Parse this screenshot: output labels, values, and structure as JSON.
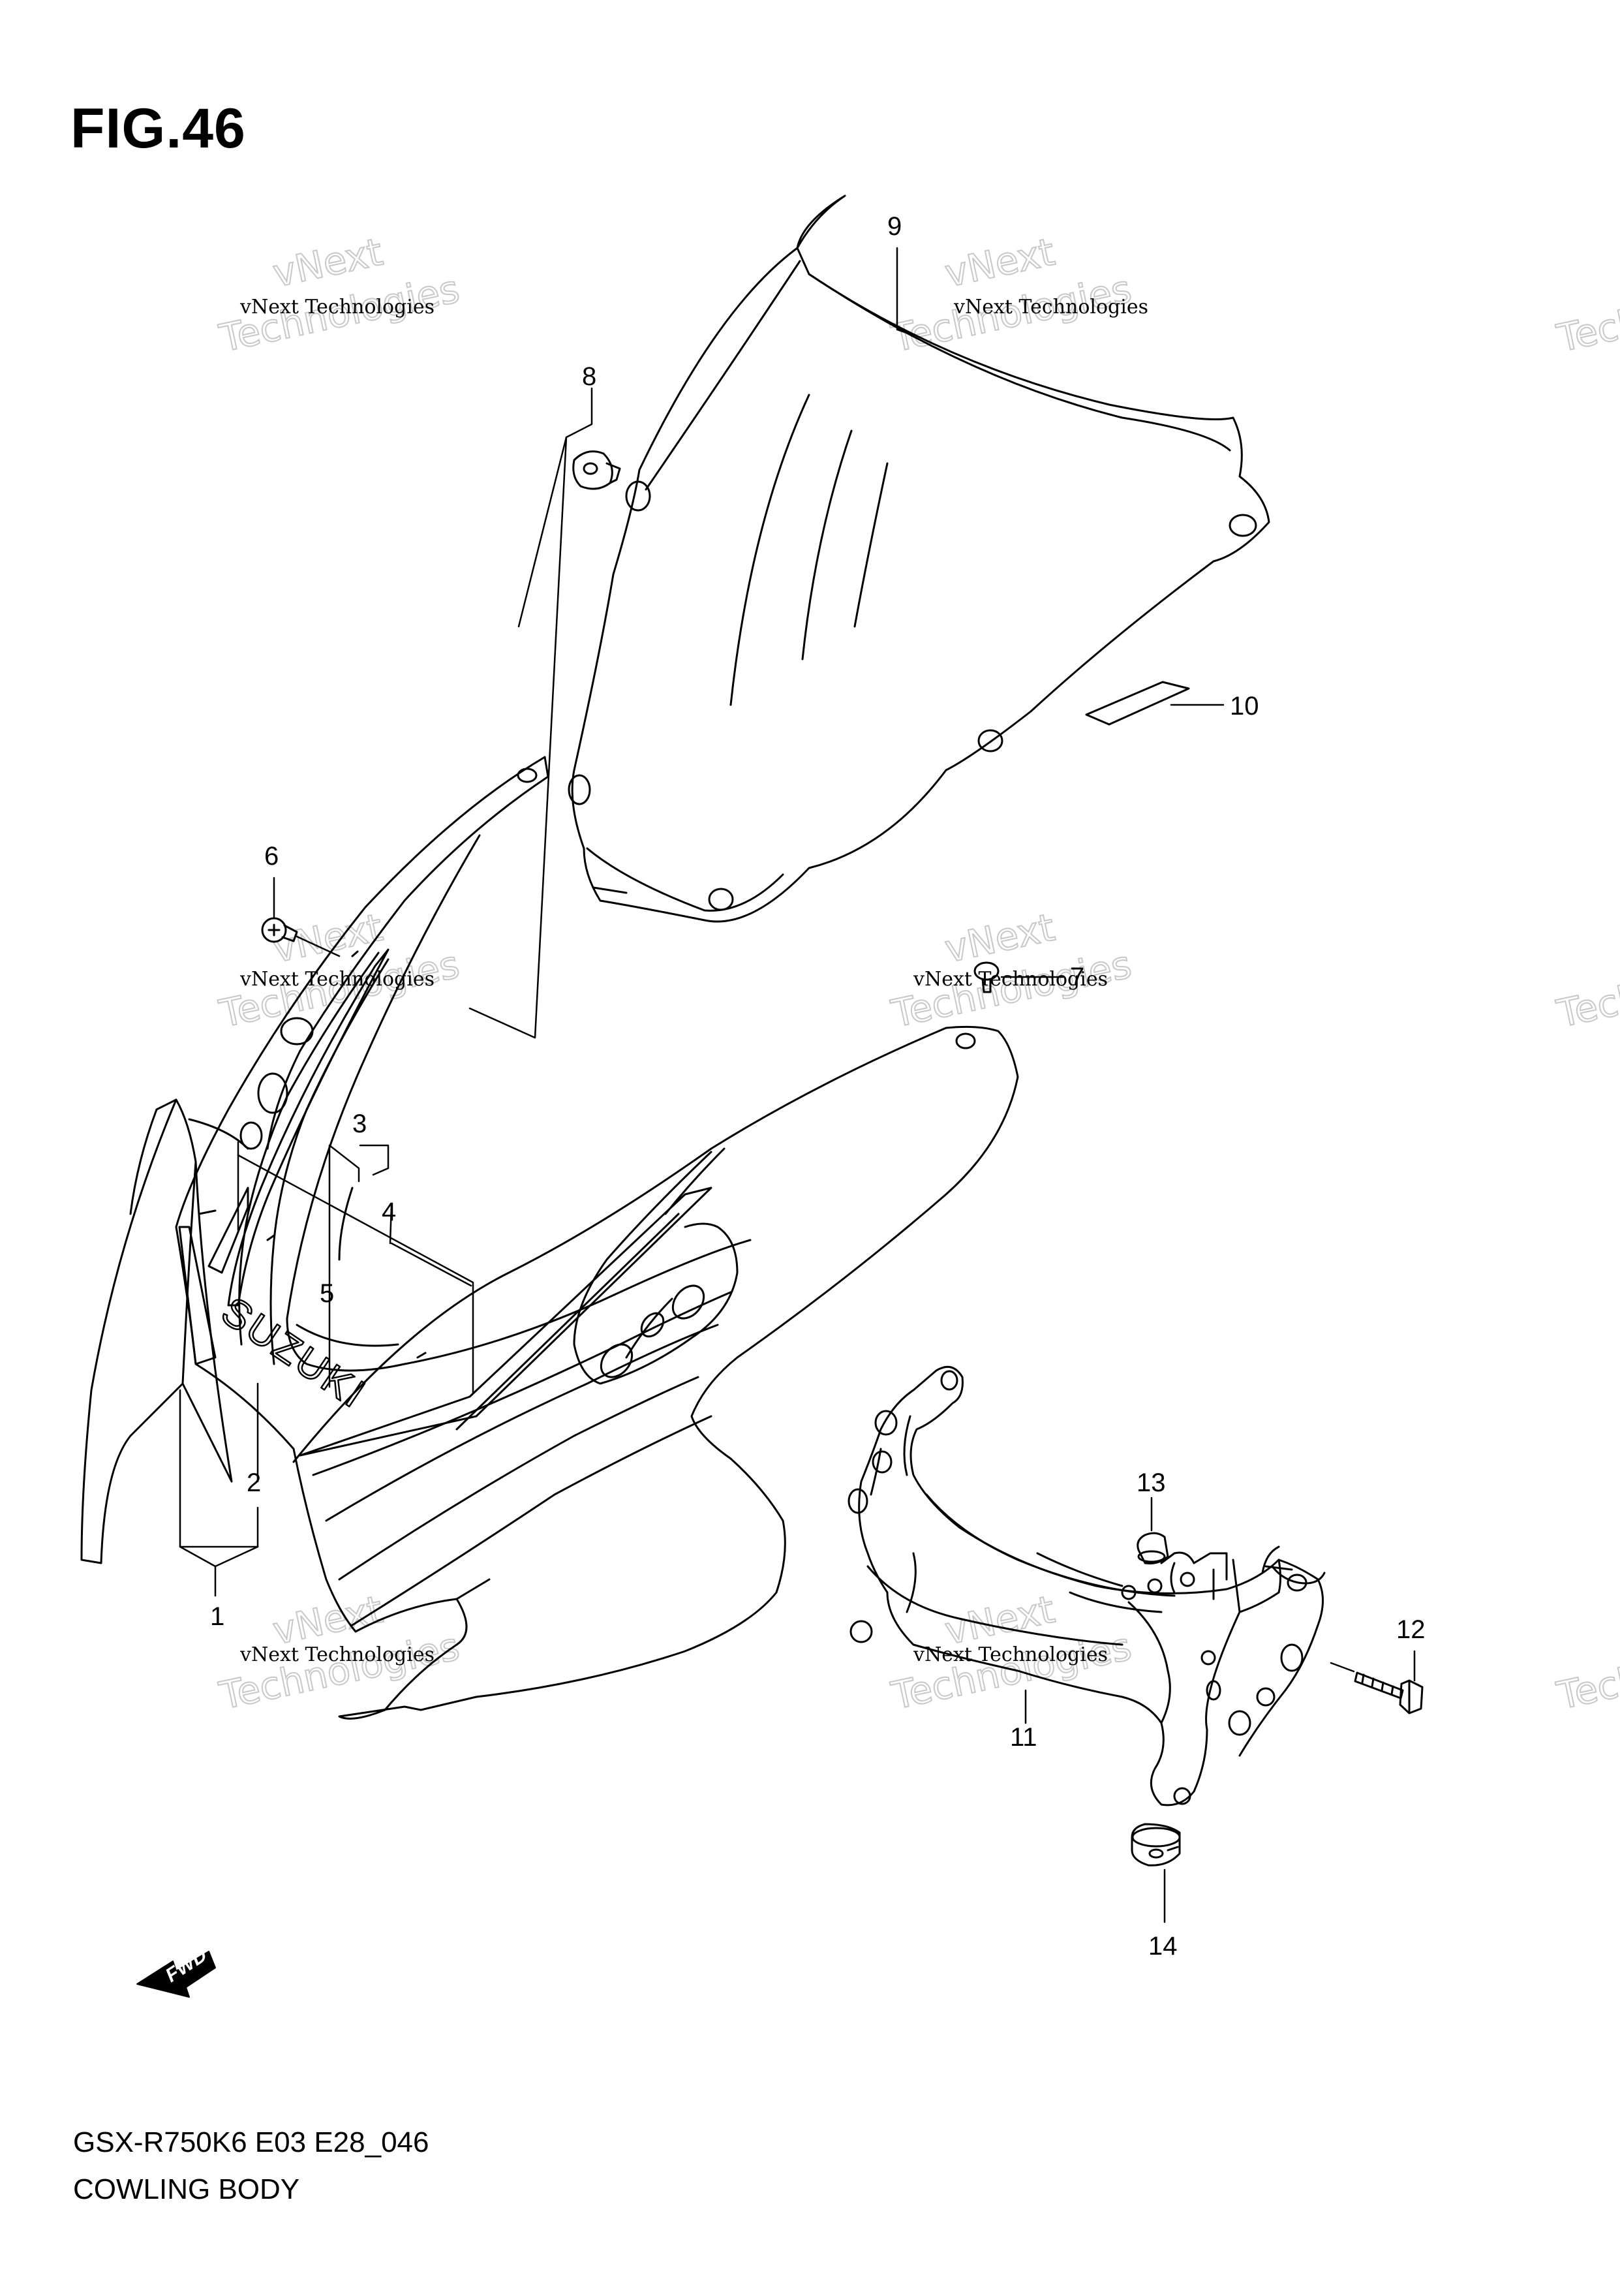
{
  "figure": {
    "title": "FIG.46",
    "model_code": "GSX-R750K6 E03 E28_046",
    "section_name": "COWLING BODY"
  },
  "callouts": [
    {
      "id": "1"
    },
    {
      "id": "2"
    },
    {
      "id": "3"
    },
    {
      "id": "4"
    },
    {
      "id": "5"
    },
    {
      "id": "6"
    },
    {
      "id": "7"
    },
    {
      "id": "8"
    },
    {
      "id": "9"
    },
    {
      "id": "10"
    },
    {
      "id": "11"
    },
    {
      "id": "12"
    },
    {
      "id": "13"
    },
    {
      "id": "14"
    }
  ],
  "watermark": {
    "line_small": "vNext Technologies",
    "line_big": "Technologies",
    "line_big_top": "vNext"
  },
  "cowl_logo": "SUZUKI",
  "direction_badge": "FWD"
}
